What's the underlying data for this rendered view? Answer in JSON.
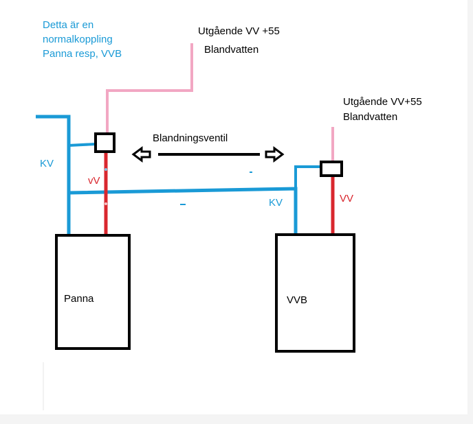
{
  "note": {
    "line1": "Detta är en",
    "line2": "normalkoppling",
    "line3": "Panna resp, VVB"
  },
  "outlet_left": {
    "line1": "Utgående VV +55",
    "line2": "Blandvatten"
  },
  "outlet_right": {
    "line1": "Utgående VV+55",
    "line2": "Blandvatten"
  },
  "mixing_valve": {
    "label": "Blandningsventil"
  },
  "boiler": {
    "label": "Panna",
    "cold_label": "KV",
    "hot_label": "vV"
  },
  "heater": {
    "label": "VVB",
    "cold_label": "KV",
    "hot_label": "VV"
  },
  "colors": {
    "cold": "#1a9ad6",
    "hot": "#d9272e",
    "mixed": "#f2a7c3",
    "outline": "#000000",
    "note_text": "#1a9ad6"
  }
}
